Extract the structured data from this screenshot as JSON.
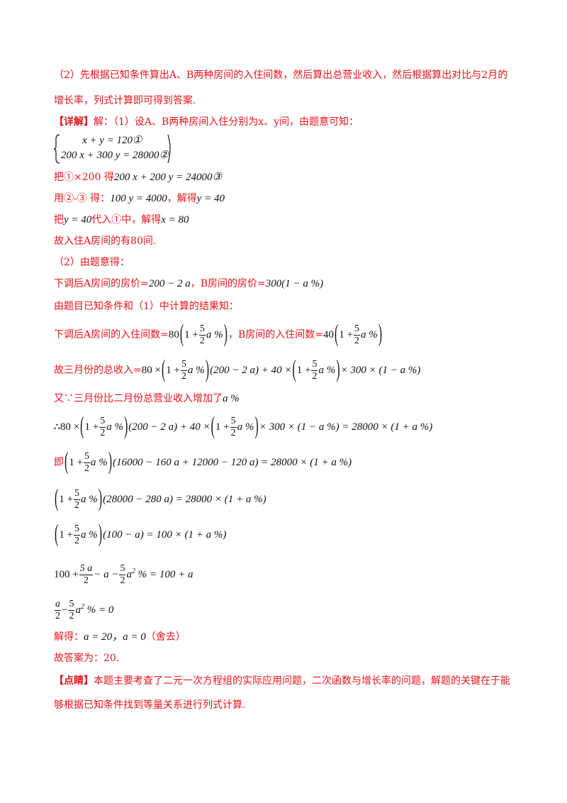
{
  "analysis2": {
    "line1": "（2）先根据已知条件算出A、B两种房间的入住间数，然后算出总营业收入，然后根据算出对比与2月的",
    "line2": "增长率，列式计算即可得到答案."
  },
  "detail": {
    "tag": "【详解】",
    "intro": "解：（1）设A、B两种房间入住分别为x、y间，由题意可知：",
    "eq1": "x + y = 120①",
    "eq2": "200 x + 300 y = 28000②",
    "step1_text": "把①×200 得",
    "step1_math": "200 x + 200 y = 24000③",
    "step2_text": "用②-③ 得：",
    "step2_math": "100 y = 4000",
    "step2_text2": "，解得",
    "step2_math2": "y = 40",
    "step3_text": "把",
    "step3_math": "y = 40",
    "step3_text2": "代入①中，解得",
    "step3_math2": "x = 80",
    "conclusion1": "故入住A房间的有80间.",
    "part2": "（2）由题意得：",
    "price_text1": "下调后A房间的房价=",
    "price_math1": "200 − 2 a",
    "price_text2": "，B房间的房价=",
    "price_math2": "300(1 − a %)",
    "known": "由题目已知条件和（1）中计算的结果知：",
    "rooms_text1": "下调后A房间的入住间数=",
    "rooms_text2": "，B房间的入住间数=",
    "income_text": "故三月份的总收入=",
    "because_text": "又∵三月份比二月份总营业收入增加了",
    "because_math": "a %",
    "therefore": "∴",
    "ji": "即",
    "solve_text": "解得：",
    "solve_math": "a = 20，a = 0",
    "solve_note": "（舍去）",
    "answer": "故答案为：20."
  },
  "comment": {
    "tag": "【点睛】",
    "line1": "本题主要考查了二元一次方程组的实际应用问题，二次函数与增长率的问题，解题的关键在于能",
    "line2": "够根据已知条件找到等量关系进行列式计算."
  }
}
